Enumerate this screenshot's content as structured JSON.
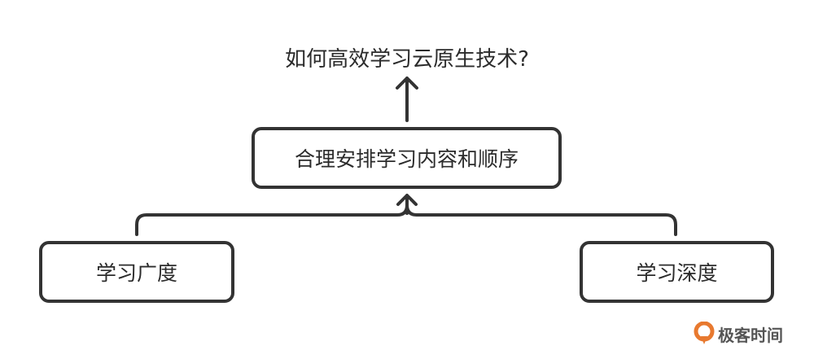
{
  "goal": "如何高效学习云原生技术?",
  "center_node": "合理安排学习内容和顺序",
  "left_node": "学习广度",
  "right_node": "学习深度",
  "logo": {
    "text": "极客时间",
    "color": "#e8792f"
  },
  "stroke_color": "#333333"
}
